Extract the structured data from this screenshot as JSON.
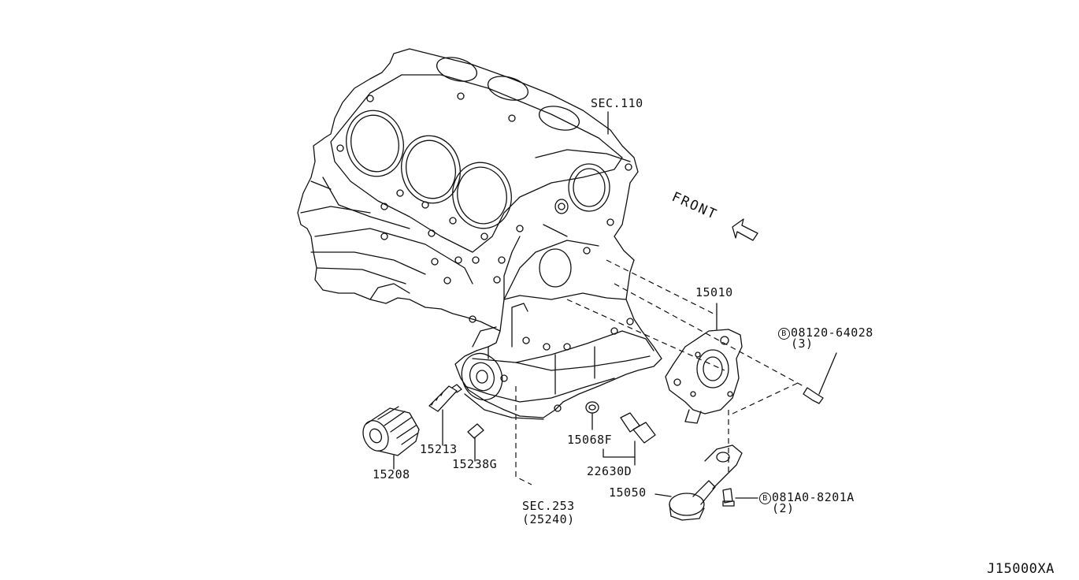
{
  "diagram_id": "J15000XA",
  "front_label": "FRONT",
  "parts": {
    "sec110": "SEC.110",
    "p15010": "15010",
    "bolt_a": {
      "prefix": "B",
      "number": "08120-64028",
      "qty": "(3)"
    },
    "p15213": "15213",
    "p15208": "15208",
    "p15238g": "15238G",
    "p15068f": "15068F",
    "p22630d": "22630D",
    "sec253": "SEC.253",
    "sec253_sub": "(25240)",
    "p15050": "15050",
    "bolt_b": {
      "prefix": "B",
      "number": "081A0-8201A",
      "qty": "(2)"
    }
  }
}
